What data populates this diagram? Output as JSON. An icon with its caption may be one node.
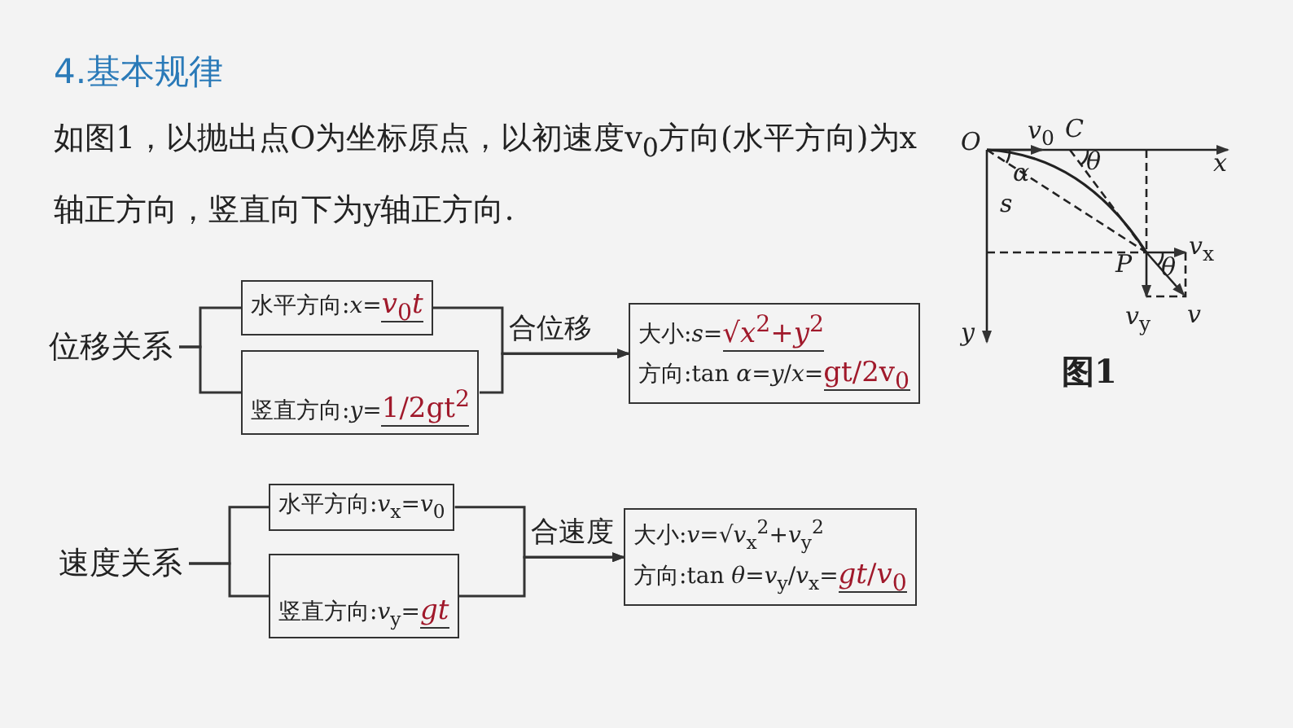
{
  "diagram": {
    "title": "4.基本规律",
    "nodes": [
      {
        "text": [
          "位移关系"
        ]
      },
      {
        "text": [
          "水平方向:*x*=",
          "*v*$_{0}$*t*"
        ]
      },
      {
        "text": [
          "竖直方向:*y*=",
          "1/2gt$^{2}$"
        ]
      },
      {
        "text": [
          "大小:*s*=",
          "√*x*$^{2}$+*y*$^{2}$",
          "方向:tan *α*=*y*/*x*=",
          "gt/2v$_{0}$"
        ]
      },
      {
        "text": [
          "速度关系"
        ]
      },
      {
        "text": [
          "水平方向:*v*$_{x}$=*v*$_{0}$"
        ]
      },
      {
        "text": [
          "竖直方向:*v*$_{y}$=",
          "*gt*"
        ]
      },
      {
        "text": [
          "大小:*v*=√*v*$_{x}$$^{2}$+*v*$_{y}$$^{2}$",
          "方向:tan *θ*=*v*$_{y}$/*v*$_{x}$=",
          "*gt*/*v*$_{0}$"
        ]
      }
    ],
    "edges": [
      {
        "from": 0,
        "to": 1,
        "arrow": "none"
      },
      {
        "from": 0,
        "to": 2,
        "arrow": "none"
      },
      {
        "from": 1,
        "to": 3,
        "arrow": "to",
        "label": "合位移"
      },
      {
        "from": 2,
        "to": 3,
        "arrow": "to"
      },
      {
        "from": 4,
        "to": 5,
        "arrow": "none"
      },
      {
        "from": 4,
        "to": 6,
        "arrow": "none"
      },
      {
        "from": 5,
        "to": 7,
        "arrow": "to",
        "label": "合速度"
      },
      {
        "from": 6,
        "to": 7,
        "arrow": "to"
      }
    ],
    "labels": [
      "如图1，以抛出点O为坐标原点，以初速度v$_{0}$方向(水平方向)为x轴正方向，竖直向下为y轴正方向.",
      "*O*",
      "*v*$_{0}$",
      "*C*",
      "*θ*",
      "*x*",
      "*α*",
      "*s*",
      "*P*",
      "*v*$_{x}$",
      "*θ*",
      "*v*$_{y}$",
      "*v*",
      "*y*",
      "图1"
    ]
  }
}
